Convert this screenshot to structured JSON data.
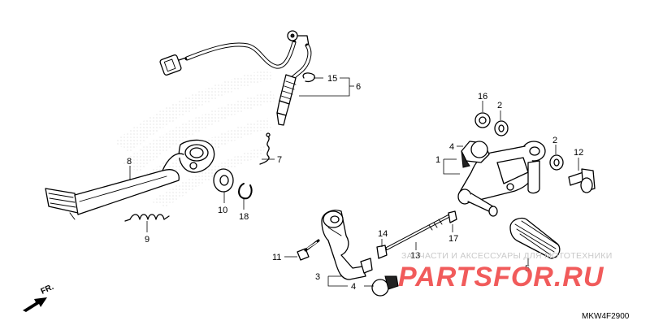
{
  "callouts": [
    {
      "id": "1",
      "text": "1"
    },
    {
      "id": "2a",
      "text": "2"
    },
    {
      "id": "2b",
      "text": "2"
    },
    {
      "id": "3",
      "text": "3"
    },
    {
      "id": "4a",
      "text": "4"
    },
    {
      "id": "4b",
      "text": "4"
    },
    {
      "id": "5",
      "text": "5"
    },
    {
      "id": "6",
      "text": "6"
    },
    {
      "id": "7",
      "text": "7"
    },
    {
      "id": "8",
      "text": "8"
    },
    {
      "id": "9",
      "text": "9"
    },
    {
      "id": "10",
      "text": "10"
    },
    {
      "id": "11",
      "text": "11"
    },
    {
      "id": "12",
      "text": "12"
    },
    {
      "id": "13",
      "text": "13"
    },
    {
      "id": "14",
      "text": "14"
    },
    {
      "id": "15",
      "text": "15"
    },
    {
      "id": "16",
      "text": "16"
    },
    {
      "id": "17",
      "text": "17"
    },
    {
      "id": "18",
      "text": "18"
    }
  ],
  "watermark": {
    "tagline": "ЗАПЧАСТИ И АКСЕССУАРЫ ДЛЯ МОТОТЕХНИКИ",
    "brand": "PARTSFOR.RU",
    "color": "#f04a4a"
  },
  "direction_marker": {
    "label": "FR."
  },
  "diagram_code": "MKW4F2900"
}
